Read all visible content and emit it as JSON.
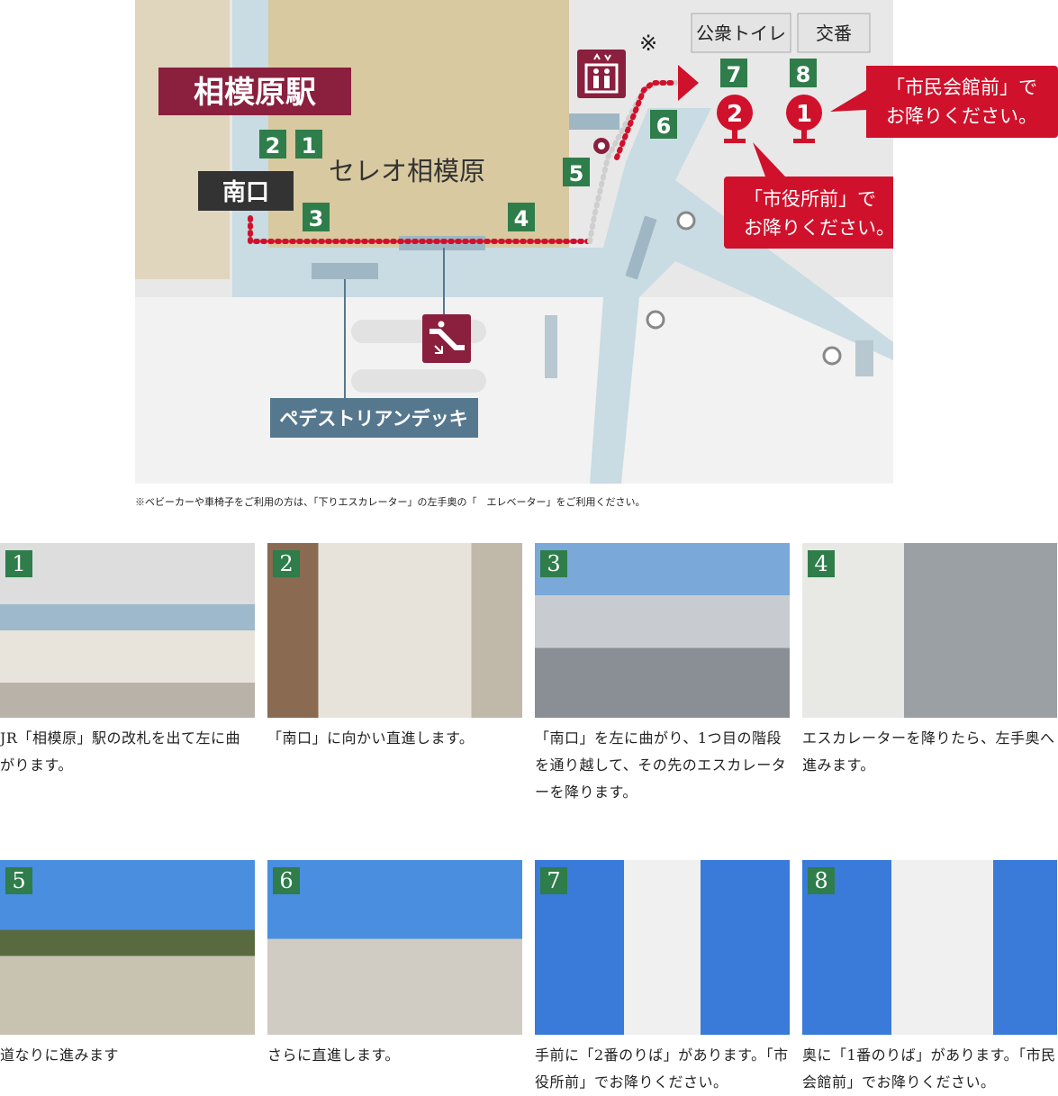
{
  "map": {
    "station_name": "相模原駅",
    "building_name": "セレオ相模原",
    "south_exit": "南口",
    "toilet": "公衆トイレ",
    "police_box": "交番",
    "kome_mark": "※",
    "pedestrian_deck": "ペデストリアンデッキ",
    "callout_civic_hall": [
      "「市民会館前」で",
      "お降りください。"
    ],
    "callout_city_hall": [
      "「市役所前」で",
      "お降りください。"
    ],
    "bus_stops": [
      "1",
      "2"
    ],
    "steps": [
      "1",
      "2",
      "3",
      "4",
      "5",
      "6",
      "7",
      "8"
    ],
    "icons": {
      "elevator": "elevator-icon",
      "escalator": "escalator-down-icon",
      "bus_stop": "bus-stop-pin-icon"
    },
    "colors": {
      "route": "#d0112b",
      "station": "#8a1f3e",
      "step": "#2e7d4a",
      "deck": "#c9dbe3",
      "building": "#d9c9a0",
      "callout": "#d0112b",
      "deck_label": "#56788f"
    }
  },
  "note": "※ベビーカーや車椅子をご利用の方は、「下りエスカレーター」の左手奥の「　エレベーター」をご利用ください。",
  "steps": [
    {
      "num": "1",
      "caption": "JR「相模原」駅の改札を出て左に曲がります。"
    },
    {
      "num": "2",
      "caption": "「南口」に向かい直進します。"
    },
    {
      "num": "3",
      "caption": "「南口」を左に曲がり、1つ目の階段を通り越して、その先のエスカレーターを降ります。"
    },
    {
      "num": "4",
      "caption": "エスカレーターを降りたら、左手奥へ進みます。"
    },
    {
      "num": "5",
      "caption": "道なりに進みます"
    },
    {
      "num": "6",
      "caption": "さらに直進します。"
    },
    {
      "num": "7",
      "caption": "手前に「2番のりば」があります。「市役所前」でお降りください。"
    },
    {
      "num": "8",
      "caption": "奥に「1番のりば」があります。「市民会館前」でお降りください。"
    }
  ]
}
